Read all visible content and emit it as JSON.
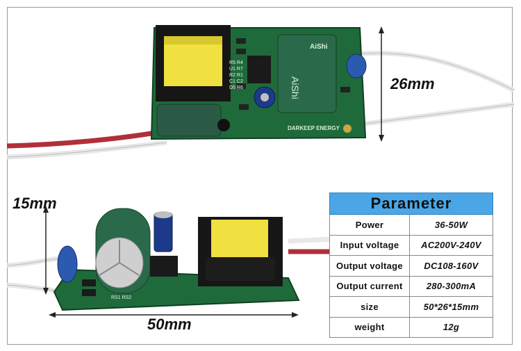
{
  "dimensions": {
    "width_label": "26mm",
    "height_label": "15mm",
    "length_label": "50mm"
  },
  "pcb_markings": {
    "top_brand": "AiShi",
    "side_text": "DARKEEP ENERGY",
    "ref_labels": [
      "R5",
      "R4",
      "U1",
      "R7",
      "R2",
      "R1",
      "C1",
      "C2",
      "D5",
      "R6",
      "RS1",
      "RS2"
    ]
  },
  "parameter_table": {
    "title": "Parameter",
    "rows": [
      {
        "label": "Power",
        "value": "36-50W"
      },
      {
        "label": "Input voltage",
        "value": "AC200V-240V"
      },
      {
        "label": "Output voltage",
        "value": "DC108-160V"
      },
      {
        "label": "Output current",
        "value": "280-300mA"
      },
      {
        "label": "size",
        "value": "50*26*15mm"
      },
      {
        "label": "weight",
        "value": "12g"
      }
    ]
  },
  "colors": {
    "pcb_green": "#1f6a3a",
    "header_blue": "#4aa6e6",
    "wire_red": "#b0303a",
    "transformer_yellow": "#f0e040"
  }
}
